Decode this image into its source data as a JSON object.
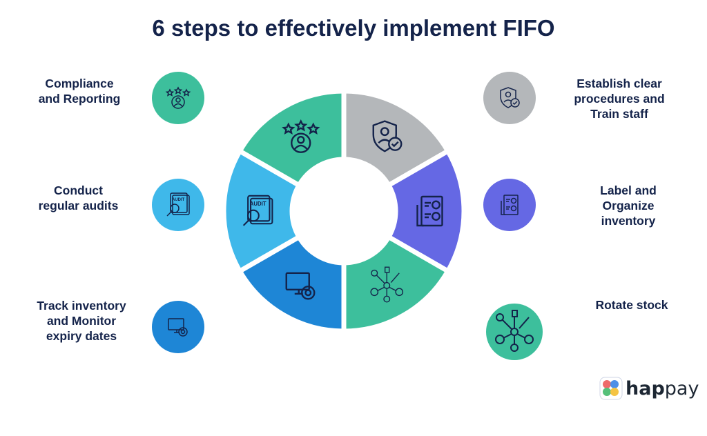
{
  "title": "6 steps to effectively implement FIFO",
  "steps": [
    {
      "label": "Establish clear procedures and Train staff",
      "lines": [
        "Establish clear",
        "procedures and",
        "Train staff"
      ],
      "color": "#b4b7ba",
      "icon": "shield-person-check-icon"
    },
    {
      "label": "Label and Organize inventory",
      "lines": [
        "Label and",
        "Organize",
        "inventory"
      ],
      "color": "#6568e4",
      "icon": "checklist-document-icon"
    },
    {
      "label": "Rotate stock",
      "lines": [
        "Rotate stock"
      ],
      "color": "#3dbf9c",
      "icon": "network-process-icon"
    },
    {
      "label": "Track inventory and Monitor expiry dates",
      "lines": [
        "Track inventory",
        "and Monitor",
        "expiry dates"
      ],
      "color": "#1e86d6",
      "icon": "monitor-gear-icon"
    },
    {
      "label": "Conduct regular audits",
      "lines": [
        "Conduct",
        "regular audits"
      ],
      "color": "#3fb8ea",
      "icon": "audit-magnifier-icon"
    },
    {
      "label": "Compliance and Reporting",
      "lines": [
        "Compliance",
        "and Reporting"
      ],
      "color": "#3dbf9c",
      "icon": "stars-user-icon"
    }
  ],
  "center_text": "",
  "logo": {
    "text_bold": "hap",
    "text_rest": "pay"
  }
}
